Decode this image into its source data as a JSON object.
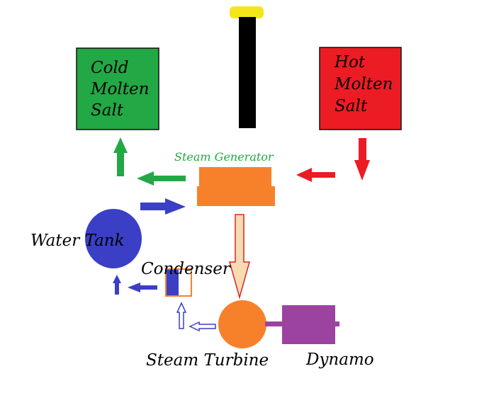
{
  "labels": {
    "cold_tank": [
      "Cold",
      "Molten",
      "Salt"
    ],
    "hot_tank": [
      "Hot",
      "Molten",
      "Salt"
    ],
    "steam_generator": "Steam Generator",
    "water_tank": "Water Tank",
    "condenser": "Condenser",
    "steam_turbine": "Steam Turbine",
    "dynamo": "Dynamo"
  },
  "colors": {
    "cold_salt": "#22a845",
    "hot_salt": "#ec1c24",
    "tower": "#000000",
    "receiver": "#f5e51b",
    "steam_generator": "#f7812a",
    "steam_generator_label": "#22a845",
    "water": "#3a3fc6",
    "turbine": "#f7812a",
    "dynamo": "#9c43a0",
    "steam_flow_fill": "#f6dcb0",
    "steam_flow_stroke": "#d8232a"
  }
}
